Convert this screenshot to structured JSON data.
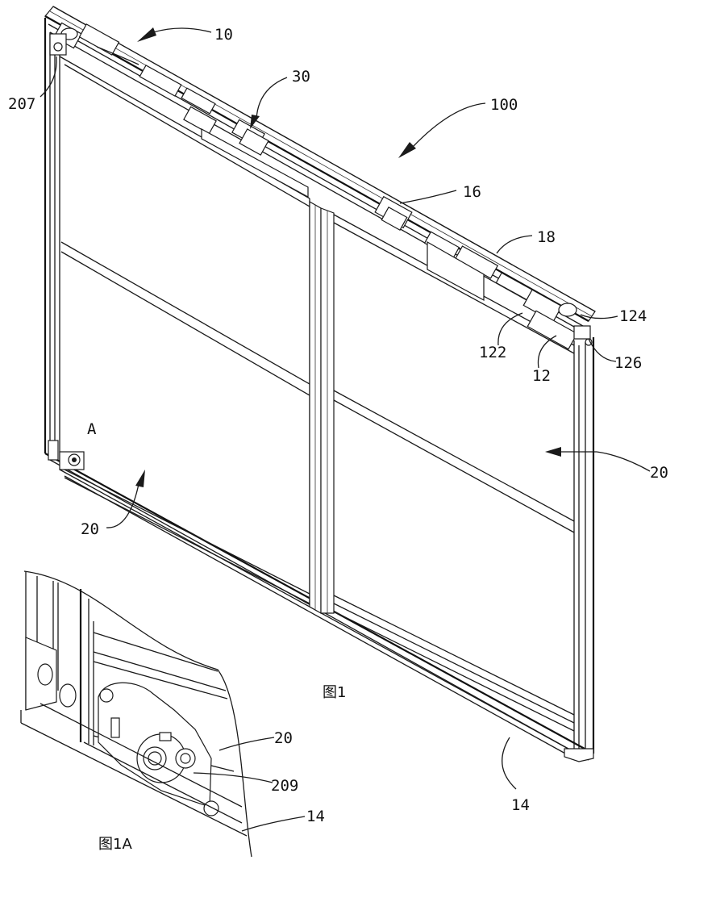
{
  "colors": {
    "line": "#1a1a1a",
    "background": "#ffffff"
  },
  "labels": {
    "l10": "10",
    "l30": "30",
    "l100": "100",
    "l207": "207",
    "l16": "16",
    "l18": "18",
    "l124": "124",
    "l122": "122",
    "l126": "126",
    "l12": "12",
    "lA": "A",
    "l20_left": "20",
    "l20_right": "20",
    "l14_main": "14",
    "l20_detail": "20",
    "l209": "209",
    "l14_detail": "14"
  },
  "captions": {
    "fig1": "图1",
    "fig1a": "图1A"
  }
}
